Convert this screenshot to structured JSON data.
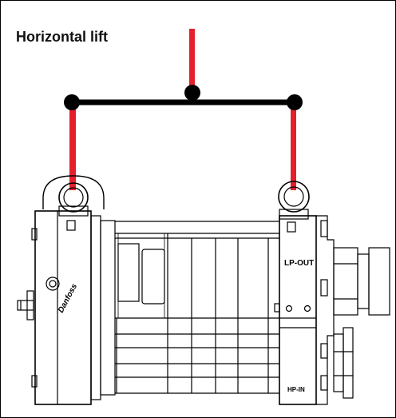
{
  "title": "Horizontal lift",
  "labels": {
    "lp_out": "LP-OUT",
    "hp_in": "HP-IN",
    "brand": "Danfoss"
  },
  "colors": {
    "sling": "#e3202b",
    "bar": "#000000",
    "outline": "#000000",
    "background": "#ffffff"
  }
}
